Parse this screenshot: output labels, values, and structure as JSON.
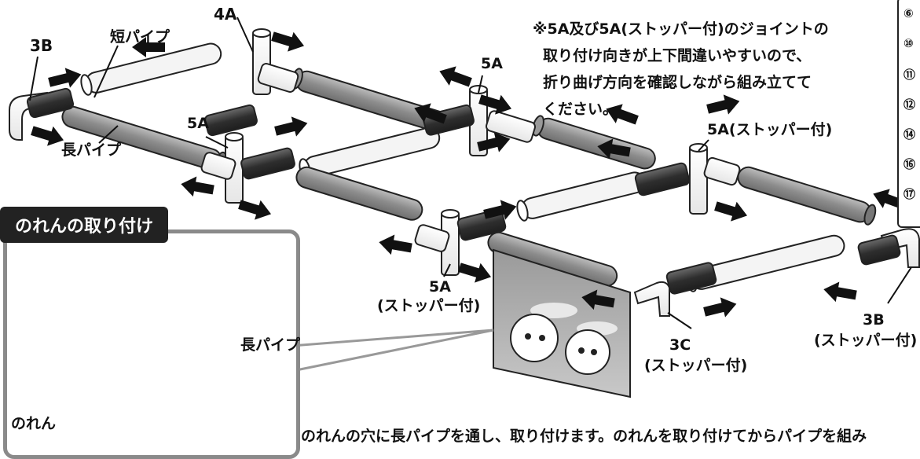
{
  "note": {
    "line1": "※5A及び5A(ストッパー付)のジョイントの",
    "line2": "取り付け向きが上下間違いやすいので、",
    "line3": "折り曲げ方向を確認しながら組み立てて",
    "line4": "ください。"
  },
  "labels": {
    "l_4a": "4A",
    "l_3b": "3B",
    "l_short_pipe": "短パイプ",
    "l_5a_top": "5A",
    "l_5a_left": "5A",
    "l_5a_stopper_right": "5A(ストッパー付)",
    "l_long_pipe": "長パイプ",
    "l_5a_bottom": "5A",
    "l_5a_bottom_stopper": "(ストッパー付)",
    "l_3c": "3C",
    "l_3c_stopper": "(ストッパー付)",
    "l_3b_right": "3B",
    "l_3b_right_stopper": "(ストッパー付)"
  },
  "inset": {
    "title": "のれんの取り付け",
    "long_pipe": "長パイプ",
    "noren": "のれん"
  },
  "sidebar": {
    "items": [
      "⑥",
      "⑩",
      "⑪",
      "⑫",
      "⑭",
      "⑯",
      "⑰"
    ]
  },
  "caption": "のれんの穴に長パイプを通し、取り付けます。のれんを取り付けてからパイプを組み",
  "colors": {
    "pipe_gray": "#8c8c8c",
    "pipe_light": "#f4f4f4",
    "joint_light": "#ececec",
    "stopper_dark": "#3a3a3a",
    "arrow": "#111111",
    "inset_border": "#8a8a8a"
  }
}
